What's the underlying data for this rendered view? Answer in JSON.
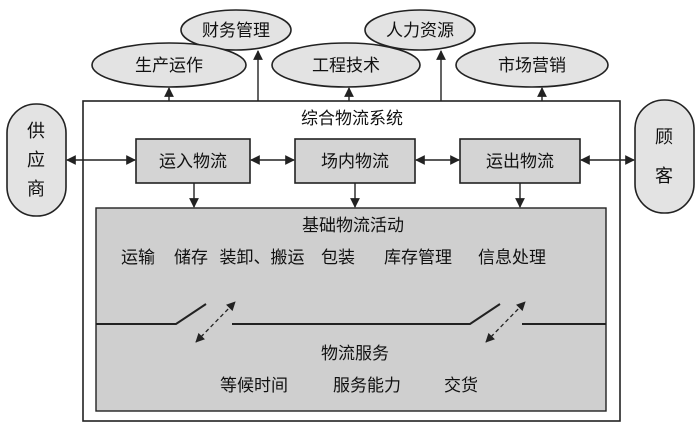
{
  "top_departments": {
    "finance": "财务管理",
    "hr": "人力资源",
    "production": "生产运作",
    "engineering": "工程技术",
    "marketing": "市场营销"
  },
  "system": {
    "title": "综合物流系统",
    "inbound": "运入物流",
    "internal": "场内物流",
    "outbound": "运出物流"
  },
  "supplier": [
    "供",
    "应",
    "商"
  ],
  "customer": [
    "顾",
    "客"
  ],
  "basic_activities": {
    "title": "基础物流活动",
    "items": [
      "运输",
      "储存",
      "装卸、搬运",
      "包装",
      "库存管理",
      "信息处理"
    ]
  },
  "services": {
    "title": "物流服务",
    "items": [
      "等候时间",
      "服务能力",
      "交货"
    ]
  }
}
